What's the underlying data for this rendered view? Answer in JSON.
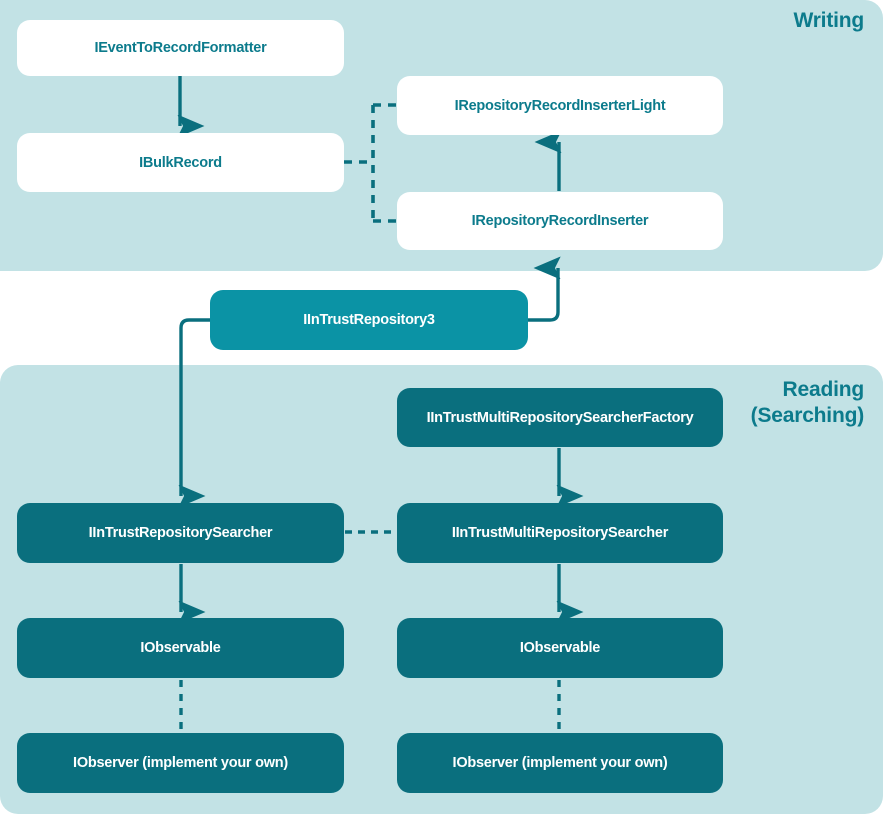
{
  "diagram": {
    "title_writing": "Writing",
    "title_reading_line1": "Reading",
    "title_reading_line2": "(Searching)",
    "colors": {
      "panel_background": "#c2e2e5",
      "page_background": "#ffffff",
      "node_white_fill": "#ffffff",
      "node_white_text": "#0c7b8c",
      "node_mid_fill": "#0b93a5",
      "node_dark_fill": "#0a6f7e",
      "node_dark_text": "#ffffff",
      "edge_stroke": "#0a6f7e",
      "title_text": "#0c7b8c"
    }
  },
  "writing": {
    "nodes": [
      {
        "id": "event-to-record-formatter",
        "label": "IEventToRecordFormatter",
        "style": "white"
      },
      {
        "id": "bulk-record",
        "label": "IBulkRecord",
        "style": "white"
      },
      {
        "id": "repository-record-inserter-light",
        "label": "IRepositoryRecordInserterLight",
        "style": "white"
      },
      {
        "id": "repository-record-inserter",
        "label": "IRepositoryRecordInserter",
        "style": "white"
      }
    ]
  },
  "middle": {
    "nodes": [
      {
        "id": "intrust-repository3",
        "label": "IInTrustRepository3",
        "style": "teal-mid"
      }
    ]
  },
  "reading": {
    "nodes": [
      {
        "id": "multi-repository-searcher-factory",
        "label": "IInTrustMultiRepositorySearcherFactory",
        "style": "teal-dark"
      },
      {
        "id": "repository-searcher",
        "label": "IInTrustRepositorySearcher",
        "style": "teal-dark"
      },
      {
        "id": "multi-repository-searcher",
        "label": "IInTrustMultiRepositorySearcher",
        "style": "teal-dark"
      },
      {
        "id": "observable-left",
        "label": "IObservable",
        "style": "teal-dark"
      },
      {
        "id": "observable-right",
        "label": "IObservable",
        "style": "teal-dark"
      },
      {
        "id": "observer-left",
        "label": "IObserver (implement your own)",
        "style": "teal-dark"
      },
      {
        "id": "observer-right",
        "label": "IObserver (implement your own)",
        "style": "teal-dark"
      }
    ]
  },
  "edges": [
    {
      "id": "formatter-to-bulkrecord",
      "from": "IEventToRecordFormatter",
      "to": "IBulkRecord",
      "style": "solid-arrow"
    },
    {
      "id": "bulkrecord-to-inserters",
      "from": "IBulkRecord",
      "to": "IRepositoryRecordInserterLight / IRepositoryRecordInserter",
      "style": "dashed-bracket"
    },
    {
      "id": "inserter-to-inserterlight",
      "from": "IRepositoryRecordInserter",
      "to": "IRepositoryRecordInserterLight",
      "style": "solid-arrow"
    },
    {
      "id": "repository3-to-inserter",
      "from": "IInTrustRepository3",
      "to": "IRepositoryRecordInserter",
      "style": "solid-elbow-arrow"
    },
    {
      "id": "repository3-to-searcher",
      "from": "IInTrustRepository3",
      "to": "IInTrustRepositorySearcher",
      "style": "solid-elbow-arrow"
    },
    {
      "id": "factory-to-multisearcher",
      "from": "IInTrustMultiRepositorySearcherFactory",
      "to": "IInTrustMultiRepositorySearcher",
      "style": "solid-arrow"
    },
    {
      "id": "searcher-to-multisearcher",
      "from": "IInTrustRepositorySearcher",
      "to": "IInTrustMultiRepositorySearcher",
      "style": "dashed-line"
    },
    {
      "id": "searcher-to-observable-left",
      "from": "IInTrustRepositorySearcher",
      "to": "IObservable",
      "style": "solid-arrow"
    },
    {
      "id": "multisearcher-to-observable-right",
      "from": "IInTrustMultiRepositorySearcher",
      "to": "IObservable",
      "style": "solid-arrow"
    },
    {
      "id": "observable-left-to-observer-left",
      "from": "IObservable",
      "to": "IObserver (implement your own)",
      "style": "dashed-line"
    },
    {
      "id": "observable-right-to-observer-right",
      "from": "IObservable",
      "to": "IObserver (implement your own)",
      "style": "dashed-line"
    }
  ]
}
